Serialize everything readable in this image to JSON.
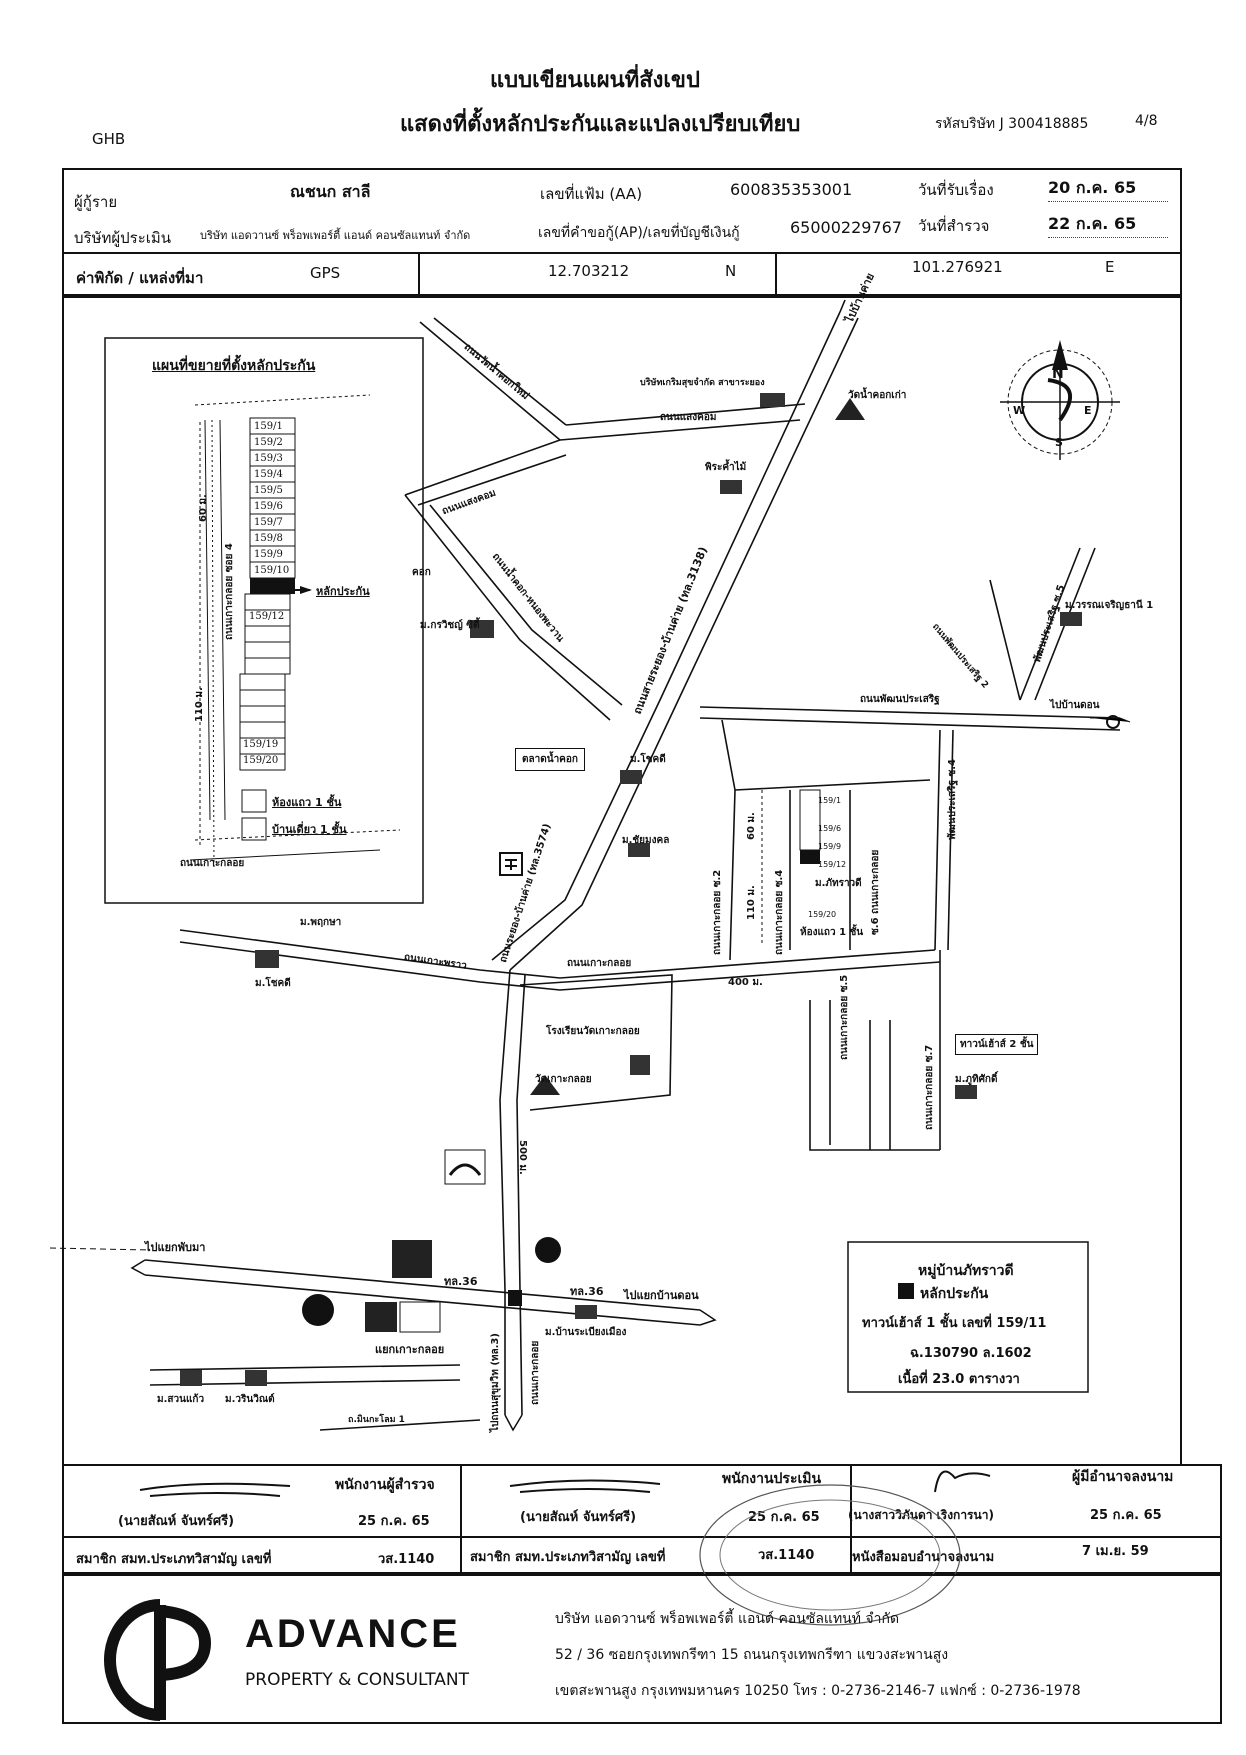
{
  "header": {
    "org": "GHB",
    "title_line1": "แบบเขียนแผนที่สังเขป",
    "title_line2": "แสดงที่ตั้งหลักประกันและแปลงเปรียบเทียบ",
    "company_code": "รหัสบริษัท J 300418885",
    "page": "4/8"
  },
  "info": {
    "borrower_label": "ผู้กู้ราย",
    "borrower_name": "ณชนก สาลี",
    "file_no_label": "เลขที่แฟ้ม (AA)",
    "file_no": "600835353001",
    "received_label": "วันที่รับเรื่อง",
    "received_date": "20 ก.ค. 65",
    "appraiser_co_label": "บริษัทผู้ประเมิน",
    "appraiser_co": "บริษัท แอดวานซ์ พร็อพเพอร์ตี้ แอนด์ คอนซัลแทนท์ จำกัด",
    "request_no_label": "เลขที่คำขอกู้(AP)/เลขที่บัญชีเงินกู้",
    "request_no": "65000229767",
    "survey_label": "วันที่สำรวจ",
    "survey_date": "22 ก.ค. 65",
    "coord_label": "ค่าพิกัด / แหล่งที่มา",
    "coord_source": "GPS",
    "lat": "12.703212",
    "lat_dir": "N",
    "lon": "101.276921",
    "lon_dir": "E"
  },
  "inset": {
    "title": "แผนที่ขยายที่ตั้งหลักประกัน",
    "lots_top": [
      "159/1",
      "159/2",
      "159/3",
      "159/4",
      "159/5",
      "159/6",
      "159/7",
      "159/8",
      "159/9",
      "159/10"
    ],
    "lot_after": "159/12",
    "lots_bottom": [
      "159/19",
      "159/20"
    ],
    "collateral": "หลักประกัน",
    "dim_60": "60 ม.",
    "dim_110": "110 ม.",
    "soi_label": "ถนนเกาะกลอย ซอย 4",
    "road_bottom": "ถนนเกาะกลอย",
    "legend_townhouse": "ห้องแถว 1 ชั้น",
    "legend_house": "บ้านเดี่ยว 1 ชั้น"
  },
  "map": {
    "labels": {
      "to_ban_khai": "ไปบ้านค่าย",
      "wat_nam_khok": "วัดน้ำคอกเก่า",
      "company_sign": "บริษัทเกริมสุขจำกัด สาขาระยอง",
      "rd_wat_nam_khok": "ถนนวัดน้ำคอกใหม่",
      "rd_saeng_khom": "ถนนแสงคอม",
      "rd_saeng_khom2": "ถนนแสงคอม",
      "phra_tamnak": "พิระค้ำไม้",
      "khok": "คอก",
      "rd_nam_khok": "ถนนน้ำคอก-หนองพะวาน",
      "m_krawin": "ม.กรวิชญ์ ซิตี้",
      "rd_rayong_bankhai": "ถนนสายระยอง-บ้านค่าย (ทล.3138)",
      "m_wannacharoen": "ม.วรรณเจริญธานี 1",
      "rd_phatthana_5": "พัฒนประเสริฐ ซ.5",
      "rd_phatthana_2": "ถนนพัฒนประเสริฐ 2",
      "rd_phatthana": "ถนนพัฒนประเสริฐ",
      "to_ban_khon": "ไปบ้านดอน",
      "market": "ตลาดน้ำคอก",
      "m_chokdee": "ม.โชคดี",
      "m_chai_mongkol": "ม.ชัยมงคล",
      "rd_rayong_bankhai_3574": "ถนนระยอง-บ้านค่าย (ทล.3574)",
      "rd_phatthana_4": "พัฒนประเสริฐ ซ.4",
      "d_60": "60 ม.",
      "d_110": "110 ม.",
      "rd_kokloi_2": "ถนนเกาะกลอย ซ.2",
      "rd_kokloi_4": "ถนนเกาะกลอย ซ.4",
      "rd_kokloi_6": "ซ.6 ถนนเกาะกลอย",
      "lot_1": "159/1",
      "lot_6": "159/6",
      "lot_9": "159/9",
      "lot_12": "159/12",
      "lot_20": "159/20",
      "m_phattharawadee": "ม.ภัทราวดี",
      "townhouse_1": "ห้องแถว 1 ชั้น",
      "m_phruksa": "ม.พฤกษา",
      "m_chokdee2": "ม.โชคดี",
      "rd_kokphrao": "ถนนเกาะพราว",
      "rd_kokloi": "ถนนเกาะกลอย",
      "d_400": "400 ม.",
      "school": "โรงเรียนวัดเกาะกลอย",
      "wat_kokloi": "วัดเกาะกลอย",
      "rd_kokloi_5": "ถนนเกาะกลอย ซ.5",
      "townhouse_2": "ทาวน์เฮ้าส์ 2 ชั้น",
      "rd_kokloi_7": "ถนนเกาะกลอย ซ.7",
      "m_sirisak": "ม.ภูทิศักดิ์",
      "d_500": "500 ม.",
      "to_kaeng_tham": "ไปแยกพับมา",
      "rt36_a": "ทล.36",
      "rt36_b": "ทล.36",
      "to_ban_khon_jct": "ไปแยกบ้านดอน",
      "kokloi_jct": "แยกเกาะกลอย",
      "rd_sukhumvit": "ไปถนนสุขุมวิท (ทล.3)",
      "rd_kokloi_main": "ถนนเกาะกลอย",
      "m_ban_pracha": "ม.บ้านระเบียงเมือง",
      "m_suan_kaew": "ม.สวนแก้ว",
      "m_wanna": "ม.วรินวิณต์",
      "rd_minkalong": "ถ.มินกะโลม 1",
      "compass_n": "N",
      "compass_s": "S",
      "compass_e": "E",
      "compass_w": "W"
    },
    "legend": {
      "village": "หมู่บ้านภัทราวดี",
      "collateral": "หลักประกัน",
      "property": "ทาวน์เฮ้าส์ 1 ชั้น เลขที่ 159/11",
      "deed": "ฉ.130790 ล.1602",
      "area": "เนื้อที่ 23.0 ตารางวา"
    }
  },
  "signatures": {
    "surveyor_role": "พนักงานผู้สำรวจ",
    "surveyor_name": "(นายสัณห์ จันทร์ศรี)",
    "surveyor_date": "25 ก.ค. 65",
    "surveyor_member_label": "สมาชิก สมท.ประเภทวิสามัญ เลขที่",
    "surveyor_member_no": "วส.1140",
    "appraiser_role": "พนักงานประเมิน",
    "appraiser_name": "(นายสัณห์ จันทร์ศรี)",
    "appraiser_date": "25 ก.ค. 65",
    "appraiser_member_label": "สมาชิก สมท.ประเภทวิสามัญ เลขที่",
    "appraiser_member_no": "วส.1140",
    "authorized_role": "ผู้มีอำนาจลงนาม",
    "authorized_name": "(นางสาววิภันดา เริงการนา)",
    "authorized_date": "25 ก.ค. 65",
    "poa_label": "หนังสือมอบอำนาจลงนาม",
    "poa_date": "7 เม.ย. 59"
  },
  "footer": {
    "brand": "ADVANCE",
    "sub": "PROPERTY & CONSULTANT",
    "company": "บริษัท แอดวานซ์ พร็อพเพอร์ตี้ แอนด์ คอนซัลแทนท์ จำกัด",
    "address1": "52 / 36 ซอยกรุงเทพกรีฑา 15 ถนนกรุงเทพกรีฑา แขวงสะพานสูง",
    "address2": "เขตสะพานสูง กรุงเทพมหานคร 10250 โทร : 0-2736-2146-7 แฟกซ์ : 0-2736-1978"
  }
}
